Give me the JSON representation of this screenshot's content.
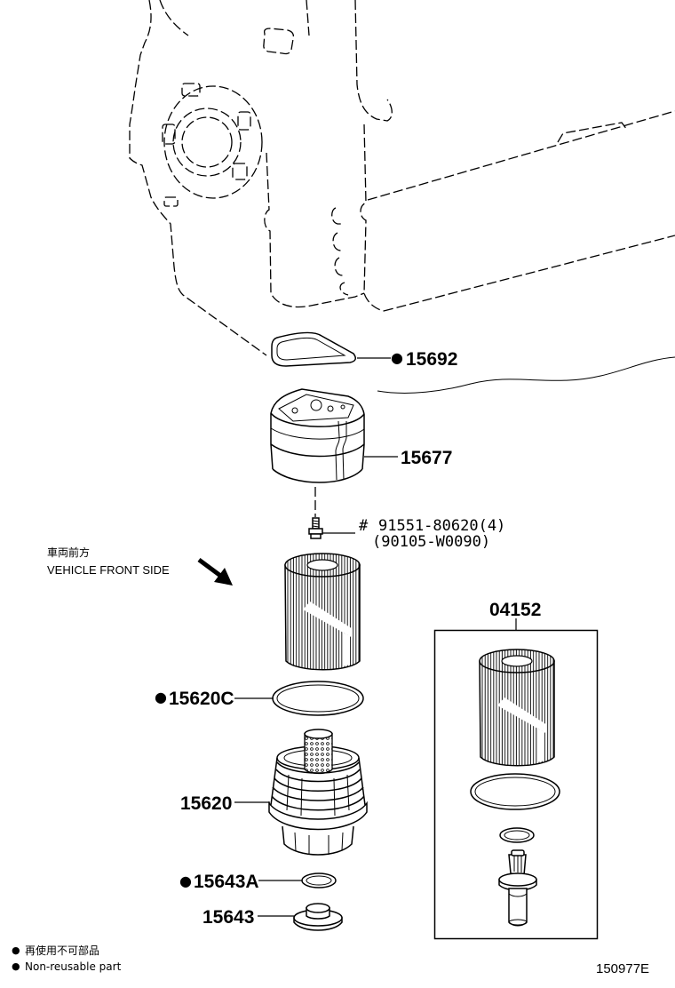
{
  "marker": "●",
  "parts": {
    "gasket": "15692",
    "adapter": "15677",
    "bolt": {
      "prefix": "#",
      "number": "91551-80620(4)",
      "alt_number": "(90105-W0090)"
    },
    "kit": "04152",
    "filter_oring": "15620C",
    "cap": "15620",
    "drain_gasket": "15643A",
    "drain_plug": "15643"
  },
  "direction": {
    "ja": "車両前方",
    "en": "VEHICLE FRONT SIDE"
  },
  "legend": {
    "ja": "再使用不可部品",
    "en": "Non-reusable part"
  },
  "illustration_id": "150977E"
}
